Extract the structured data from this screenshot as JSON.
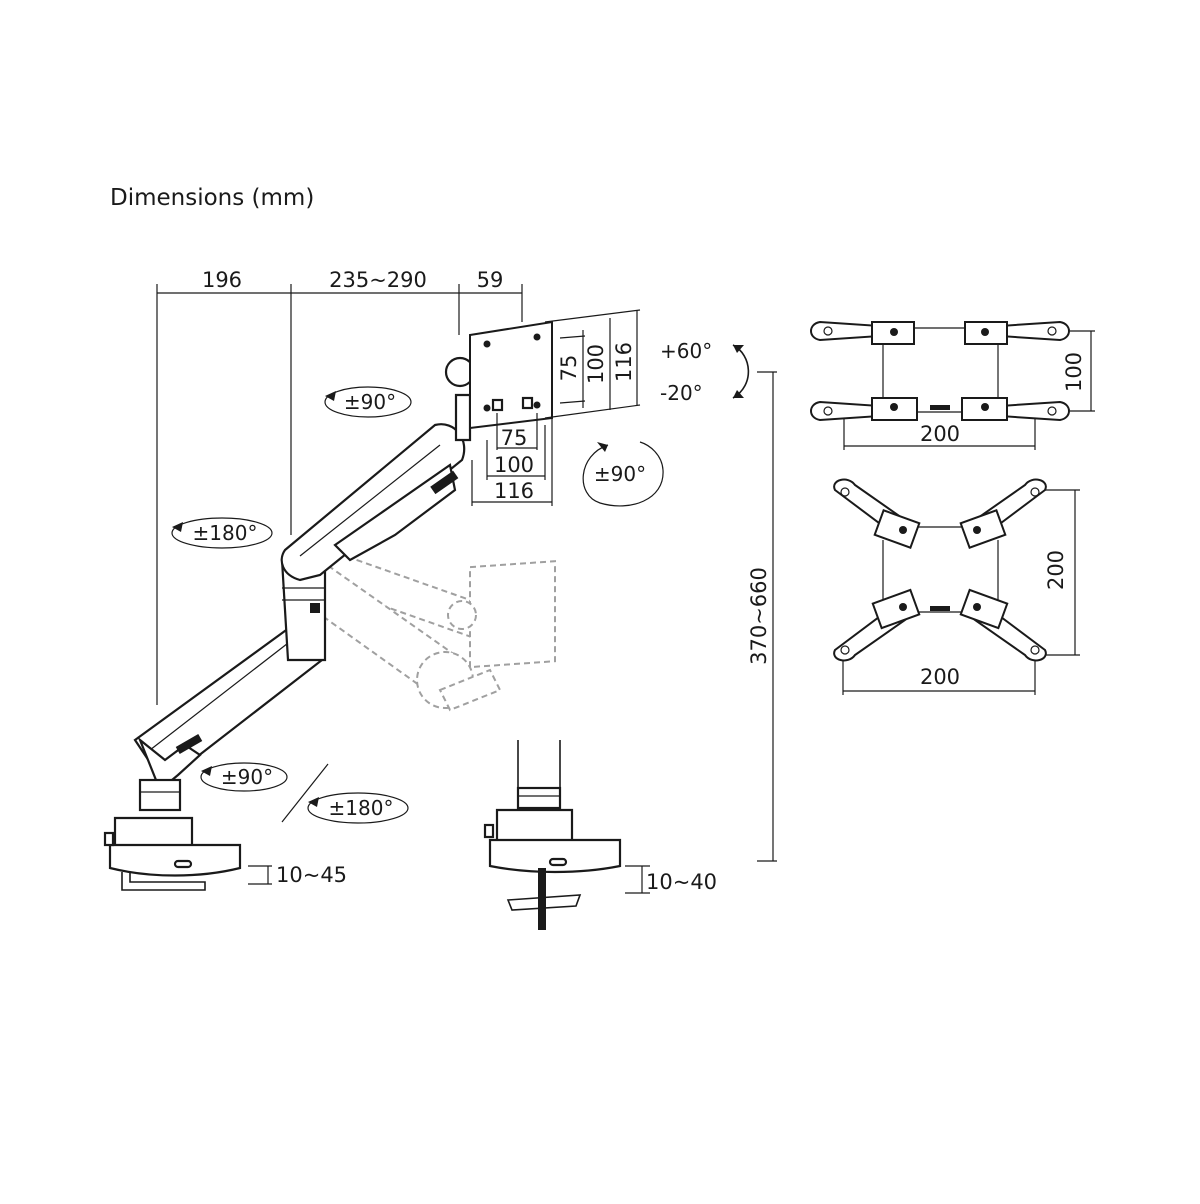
{
  "title": "Dimensions (mm)",
  "dimensions": {
    "base_offset": "196",
    "arm_reach": "235~290",
    "head_depth": "59",
    "vesa_75": "75",
    "vesa_100": "100",
    "vesa_116": "116",
    "height_range": "370~660",
    "clamp_range": "10~45",
    "grommet_range": "10~40"
  },
  "angles": {
    "tilt_up": "+60°",
    "tilt_down": "-20°",
    "head_swivel": "±90°",
    "rotation": "±90°",
    "upper_arm_swivel": "±180°",
    "base_swivel": "±90°",
    "pole_swivel": "±180°"
  },
  "adapter": {
    "small_height": "100",
    "small_width": "200",
    "large_height": "200",
    "large_width": "200"
  }
}
